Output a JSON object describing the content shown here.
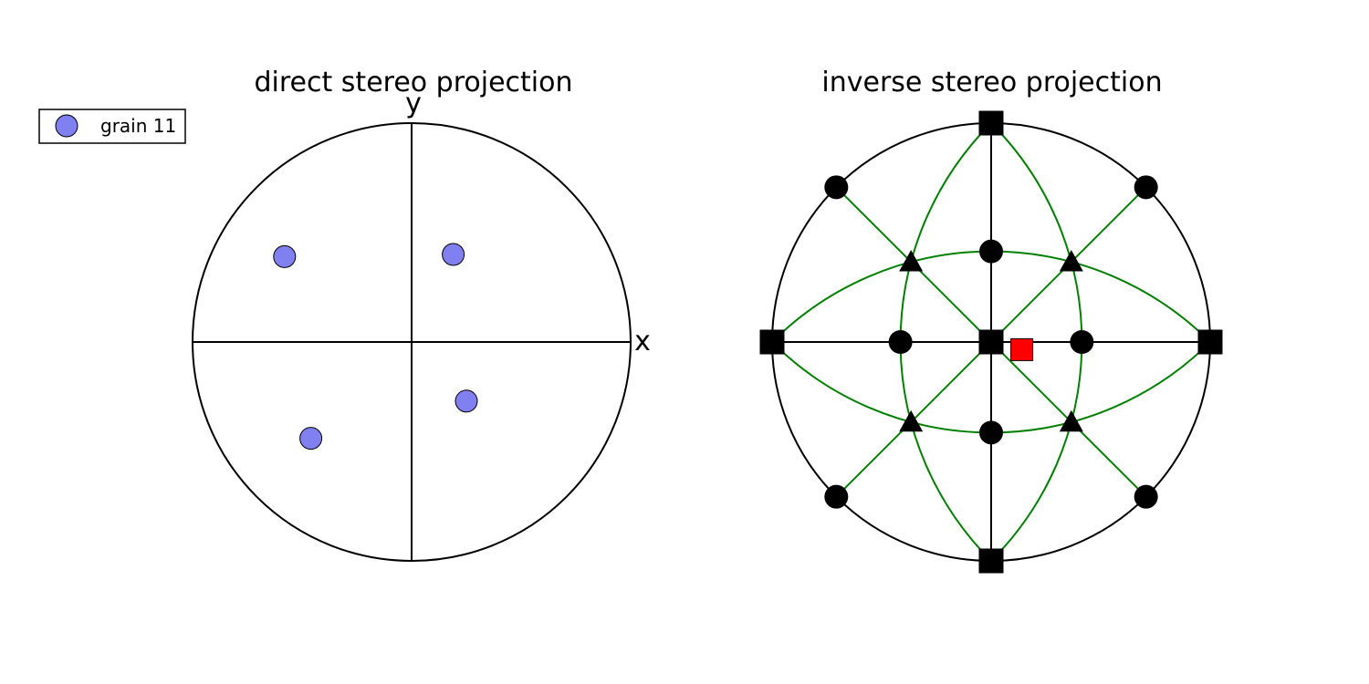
{
  "colors": {
    "grain": "#8080f0",
    "outline": "#000000",
    "great_circles": "#008000",
    "pole_marker": "#000000",
    "highlight_marker": "#ff0000",
    "background": "#ffffff"
  },
  "chart_data": [
    {
      "type": "scatter",
      "title": "direct stereo projection",
      "xlabel": "x",
      "ylabel": "y",
      "xlim": [
        -1,
        1
      ],
      "ylim": [
        -1,
        1
      ],
      "grid": false,
      "legend_position": "top-left, outside plot",
      "series": [
        {
          "name": "grain 11",
          "marker": "circle",
          "color": "#8080f0",
          "x": [
            -0.58,
            0.19,
            0.25,
            -0.46
          ],
          "y": [
            0.39,
            0.4,
            -0.27,
            -0.44
          ]
        }
      ]
    },
    {
      "type": "scatter",
      "title": "inverse stereo projection",
      "xlim": [
        -1,
        1
      ],
      "ylim": [
        -1,
        1
      ],
      "grid": false,
      "reference_curves": {
        "color": "#008000",
        "great_circle_through_y_at_x": 0.414,
        "great_circle_through_x_at_y": 0.414,
        "diagonal_lines": true
      },
      "series": [
        {
          "marker": "square",
          "color": "#000000",
          "x": [
            0,
            1,
            0,
            -1,
            0
          ],
          "y": [
            0,
            0,
            1,
            0,
            -1
          ]
        },
        {
          "marker": "circle",
          "color": "#000000",
          "x": [
            0.414,
            -0.414,
            0,
            0,
            0.707,
            -0.707,
            0.707,
            -0.707
          ],
          "y": [
            0,
            0,
            0.414,
            -0.414,
            0.707,
            0.707,
            -0.707,
            -0.707
          ]
        },
        {
          "marker": "triangle",
          "color": "#000000",
          "x": [
            0.366,
            -0.366,
            0.366,
            -0.366
          ],
          "y": [
            0.366,
            0.366,
            -0.366,
            -0.366
          ]
        },
        {
          "marker": "square",
          "color": "#ff0000",
          "x": [
            0.14
          ],
          "y": [
            -0.035
          ]
        }
      ]
    }
  ]
}
